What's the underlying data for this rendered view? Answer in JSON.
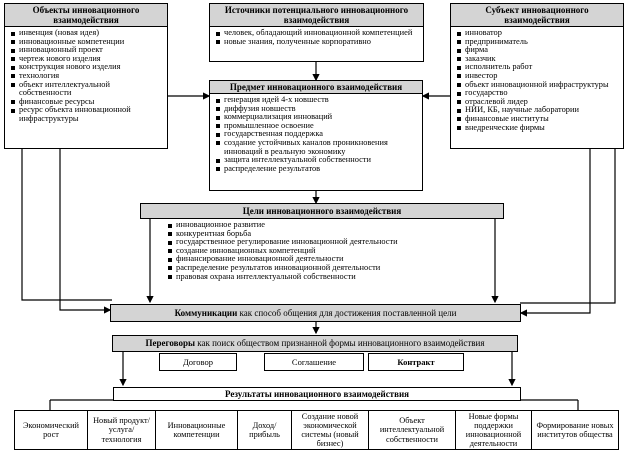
{
  "objects": {
    "title": "Объекты инновационного взаимодействия",
    "items": [
      "инвенция (новая идея)",
      "инновационные компетенции",
      "инновационный проект",
      "чертеж нового изделия",
      "конструкция нового изделия",
      "технология",
      "объект интеллектуальной собственности",
      "финансовые ресурсы",
      "ресурс объекта инновационной инфраструктуры"
    ]
  },
  "sources": {
    "title": "Источники потенциального инновационного взаимодействия",
    "items": [
      "человек, обладающий инновационной компетенцией",
      "новые знания, полученные корпоративно"
    ]
  },
  "subject": {
    "title": "Субъект инновационного взаимодействия",
    "items": [
      "инноватор",
      "предприниматель",
      "фирма",
      "заказчик",
      "исполнитель работ",
      "инвестор",
      "объект инновационной инфраструктуры",
      "государство",
      "отраслевой лидер",
      "НИИ, КБ, научные лаборатории",
      "финансовые институты",
      "внедренческие фирмы"
    ]
  },
  "predmet": {
    "title": "Предмет инновационного взаимодействия",
    "items": [
      "генерация идей 4-х новшеств",
      "диффузия новшеств",
      "коммерциализация инноваций",
      "промышленное освоение",
      "государственная поддержка",
      "создание устойчивых каналов проникновения инноваций в реальную экономику",
      "защита интеллектуальной собственности",
      "распределение результатов"
    ]
  },
  "goals": {
    "title": "Цели инновационного взаимодействия",
    "items": [
      "инновационное развитие",
      "конкурентная борьба",
      "государственное регулирование инновационной деятельности",
      "создание инновационных компетенций",
      "финансирование инновационной деятельности",
      "распределение результатов инновационной деятельности",
      "правовая охрана интеллектуальной собственности"
    ]
  },
  "communication": {
    "bold": "Коммуникации",
    "rest": " как способ общения для достижения поставленной цели"
  },
  "negotiation": {
    "bold": "Переговоры",
    "rest": " как поиск обществом признанной формы инновационного взаимодействия"
  },
  "forms": [
    "Договор",
    "Соглашение",
    "Контракт"
  ],
  "results": {
    "title": "Результаты инновационного взаимодействия",
    "items": [
      "Экономический рост",
      "Новый продукт/ услуга/ технология",
      "Инновационные компетенции",
      "Доход/ прибыль",
      "Создание новой экономической системы (новый бизнес)",
      "Объект интеллектуальной собственности",
      "Новые формы поддержки инновационной деятельности",
      "Формирование новых институтов общества"
    ]
  }
}
